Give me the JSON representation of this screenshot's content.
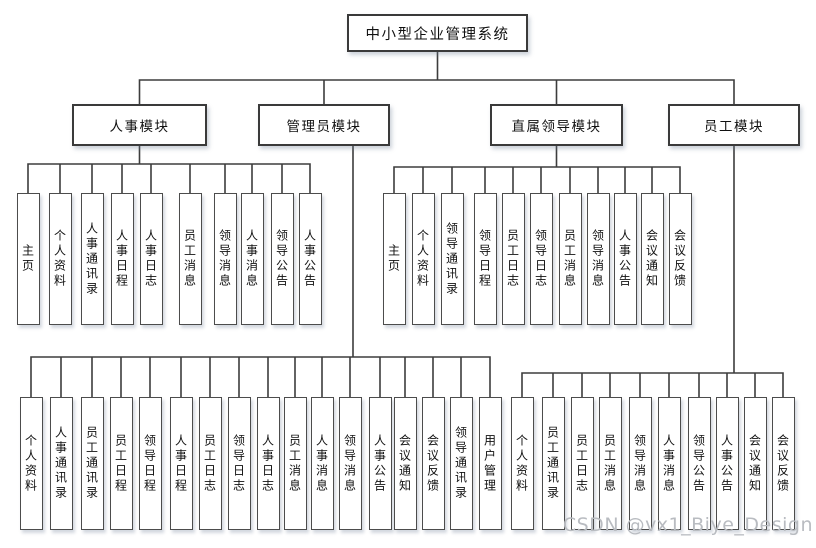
{
  "diagram": {
    "root": {
      "label": "中小型企业管理系统"
    },
    "modules": [
      {
        "label": "人事模块"
      },
      {
        "label": "管理员模块"
      },
      {
        "label": "直属领导模块"
      },
      {
        "label": "员工模块"
      }
    ],
    "groups": [
      {
        "name": "hr-module-children",
        "parent_label": "人事模块",
        "labels": [
          "主页",
          "个人资料",
          "人事通讯录",
          "人事日程",
          "人事日志",
          "员工消息",
          "领导消息",
          "人事消息",
          "领导公告",
          "人事公告"
        ]
      },
      {
        "name": "leader-module-children",
        "parent_label": "直属领导模块",
        "labels": [
          "主页",
          "个人资料",
          "领导通讯录",
          "领导日程",
          "员工日志",
          "领导日志",
          "员工消息",
          "领导消息",
          "人事公告",
          "会议通知",
          "会议反馈"
        ]
      },
      {
        "name": "admin-module-children",
        "parent_label": "管理员模块",
        "labels": [
          "个人资料",
          "人事通讯录",
          "员工通讯录",
          "员工日程",
          "领导日程",
          "人事日程",
          "员工日志",
          "领导日志",
          "人事日志",
          "员工消息",
          "人事消息",
          "领导消息",
          "人事公告",
          "会议通知",
          "会议反馈",
          "领导通讯录",
          "用户管理"
        ]
      },
      {
        "name": "staff-module-children",
        "parent_label": "员工模块",
        "labels": [
          "个人资料",
          "员工通讯录",
          "员工日志",
          "员工消息",
          "领导消息",
          "人事消息",
          "领导公告",
          "人事公告",
          "会议通知",
          "会议反馈"
        ]
      }
    ]
  },
  "watermark": "CSDN @vx1_Biye_Design",
  "colors": {
    "connector": "#3d3d3d",
    "box_border": "#4c4c4c",
    "box_fill": "#ffffff",
    "text": "#111111",
    "watermark": "#b9bcc1"
  }
}
